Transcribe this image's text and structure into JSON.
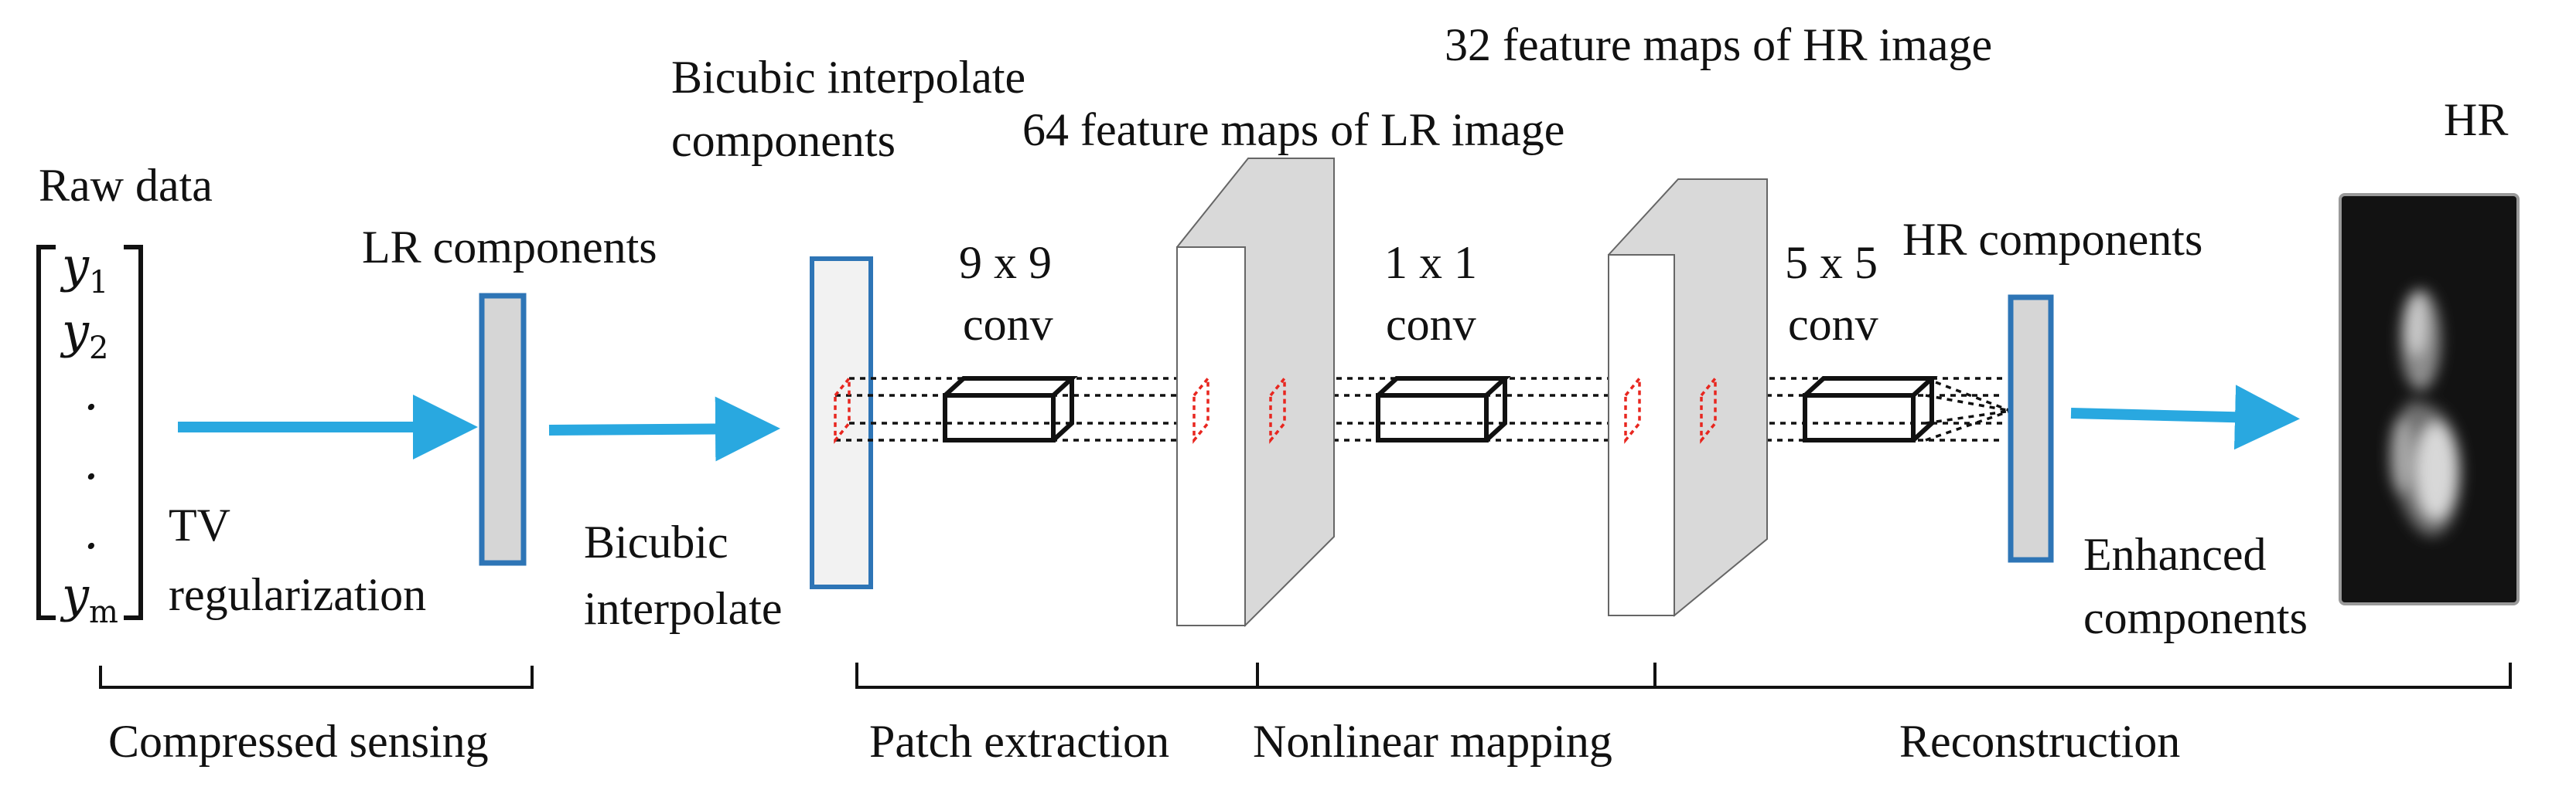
{
  "labels": {
    "raw_data": "Raw data",
    "vector_rows": [
      "y",
      "y",
      ".",
      ".",
      ".",
      "y"
    ],
    "vector_subs": [
      "1",
      "2",
      "",
      "",
      "",
      "m"
    ],
    "lr_components": "LR components",
    "tv_line1": "TV",
    "tv_line2": "regularization",
    "bicubic_line1": "Bicubic",
    "bicubic_line2": "interpolate",
    "bicubic_components_line1": "Bicubic interpolate",
    "bicubic_components_line2": "components",
    "lr_feature_maps": "64 feature maps of LR image",
    "hr_feature_maps": "32 feature maps of HR image",
    "conv1_size": "9 x 9",
    "conv1_label": "conv",
    "conv2_size": "1 x 1",
    "conv2_label": "conv",
    "conv3_size": "5 x 5",
    "conv3_label": "conv",
    "hr_components": "HR components",
    "enhanced_line1": "Enhanced",
    "enhanced_line2": "components",
    "hr_image": "HR"
  },
  "stages": {
    "compressed_sensing": "Compressed sensing",
    "patch_extraction": "Patch extraction",
    "nonlinear_mapping": "Nonlinear mapping",
    "reconstruction": "Reconstruction"
  },
  "colors": {
    "arrow": "#29a8e0",
    "component_border": "#2e75b6",
    "component_fill_gray": "#d6d6d6",
    "component_fill_light": "#f2f2f2",
    "patch_red": "#e8261f",
    "feature_map_side": "#d9d9d9"
  }
}
